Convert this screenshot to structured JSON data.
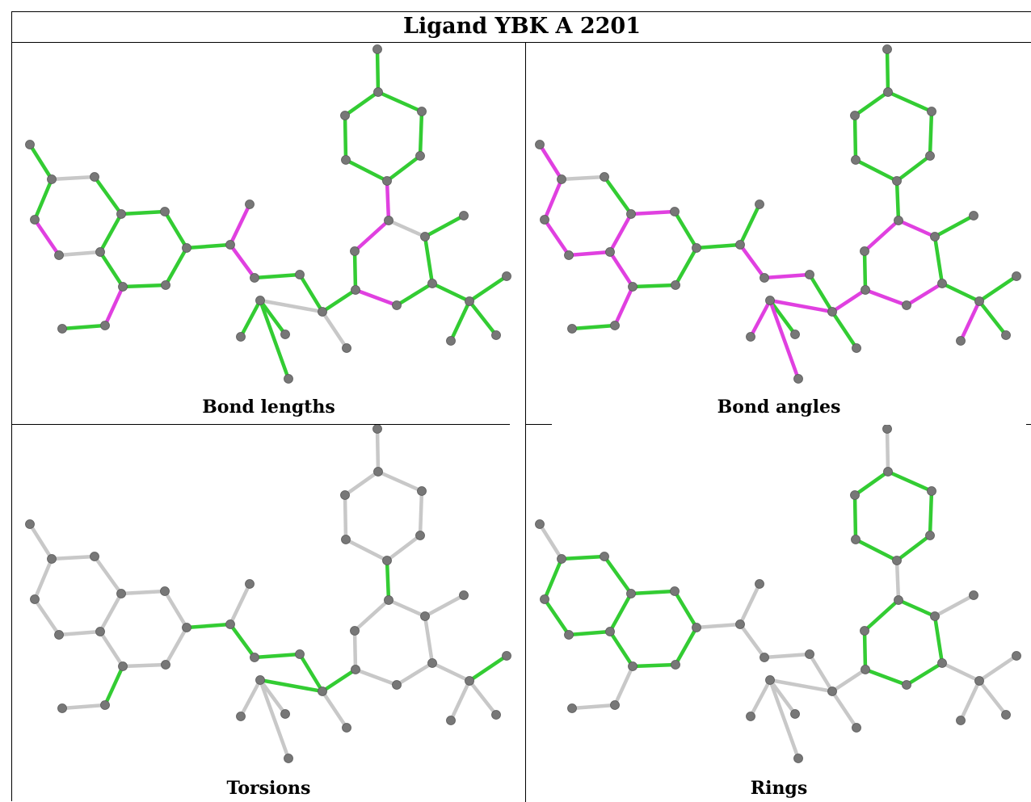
{
  "title": "Ligand YBK A 2201",
  "colors": {
    "good": "#33cc33",
    "outlier": "#e040e0",
    "neutral": "#c8c8c8",
    "atom": "#777777"
  },
  "panels": [
    {
      "caption": "Bond lengths"
    },
    {
      "caption": "Bond angles"
    },
    {
      "caption": "Torsions"
    },
    {
      "caption": "Rings"
    }
  ]
}
